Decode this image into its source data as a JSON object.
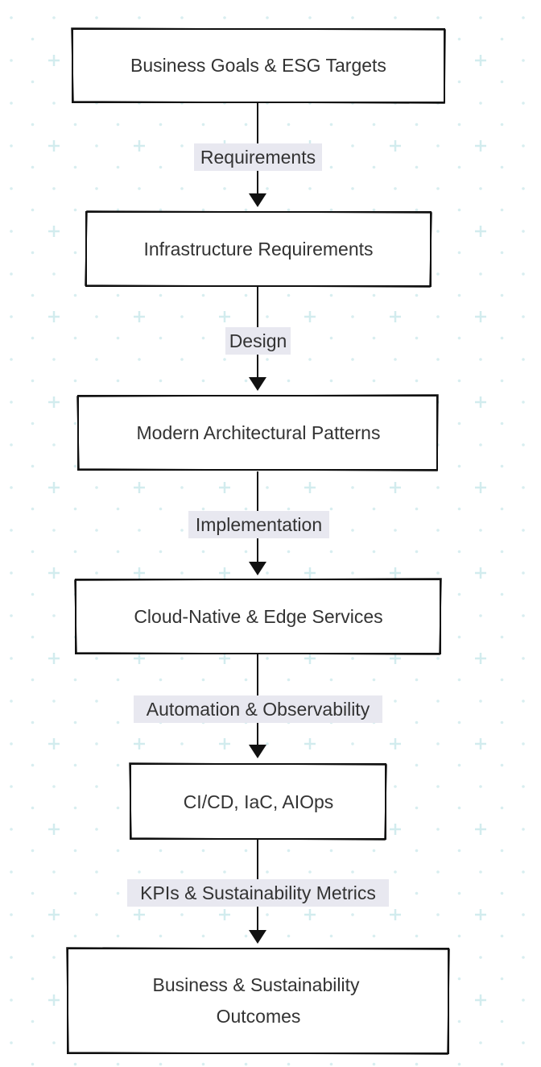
{
  "diagram": {
    "nodes": [
      {
        "id": "n1",
        "label": "Business Goals & ESG Targets"
      },
      {
        "id": "n2",
        "label": "Infrastructure Requirements"
      },
      {
        "id": "n3",
        "label": "Modern Architectural Patterns"
      },
      {
        "id": "n4",
        "label": "Cloud-Native & Edge Services"
      },
      {
        "id": "n5",
        "label": "CI/CD, IaC, AIOps"
      },
      {
        "id": "n6",
        "label_lines": [
          "Business & Sustainability",
          "Outcomes"
        ]
      }
    ],
    "edges": [
      {
        "from": "n1",
        "to": "n2",
        "label": "Requirements"
      },
      {
        "from": "n2",
        "to": "n3",
        "label": "Design"
      },
      {
        "from": "n3",
        "to": "n4",
        "label": "Implementation"
      },
      {
        "from": "n4",
        "to": "n5",
        "label": "Automation & Observability"
      },
      {
        "from": "n5",
        "to": "n6",
        "label": "KPIs & Sustainability Metrics"
      }
    ]
  },
  "colors": {
    "background": "#ffffff",
    "grid_dot": "#d8eef0",
    "grid_plus": "#d2ecee",
    "node_fill": "#ffffff",
    "node_stroke": "#111111",
    "edge_stroke": "#111111",
    "edge_label_bg": "#e8e8f0",
    "text": "#333333"
  }
}
